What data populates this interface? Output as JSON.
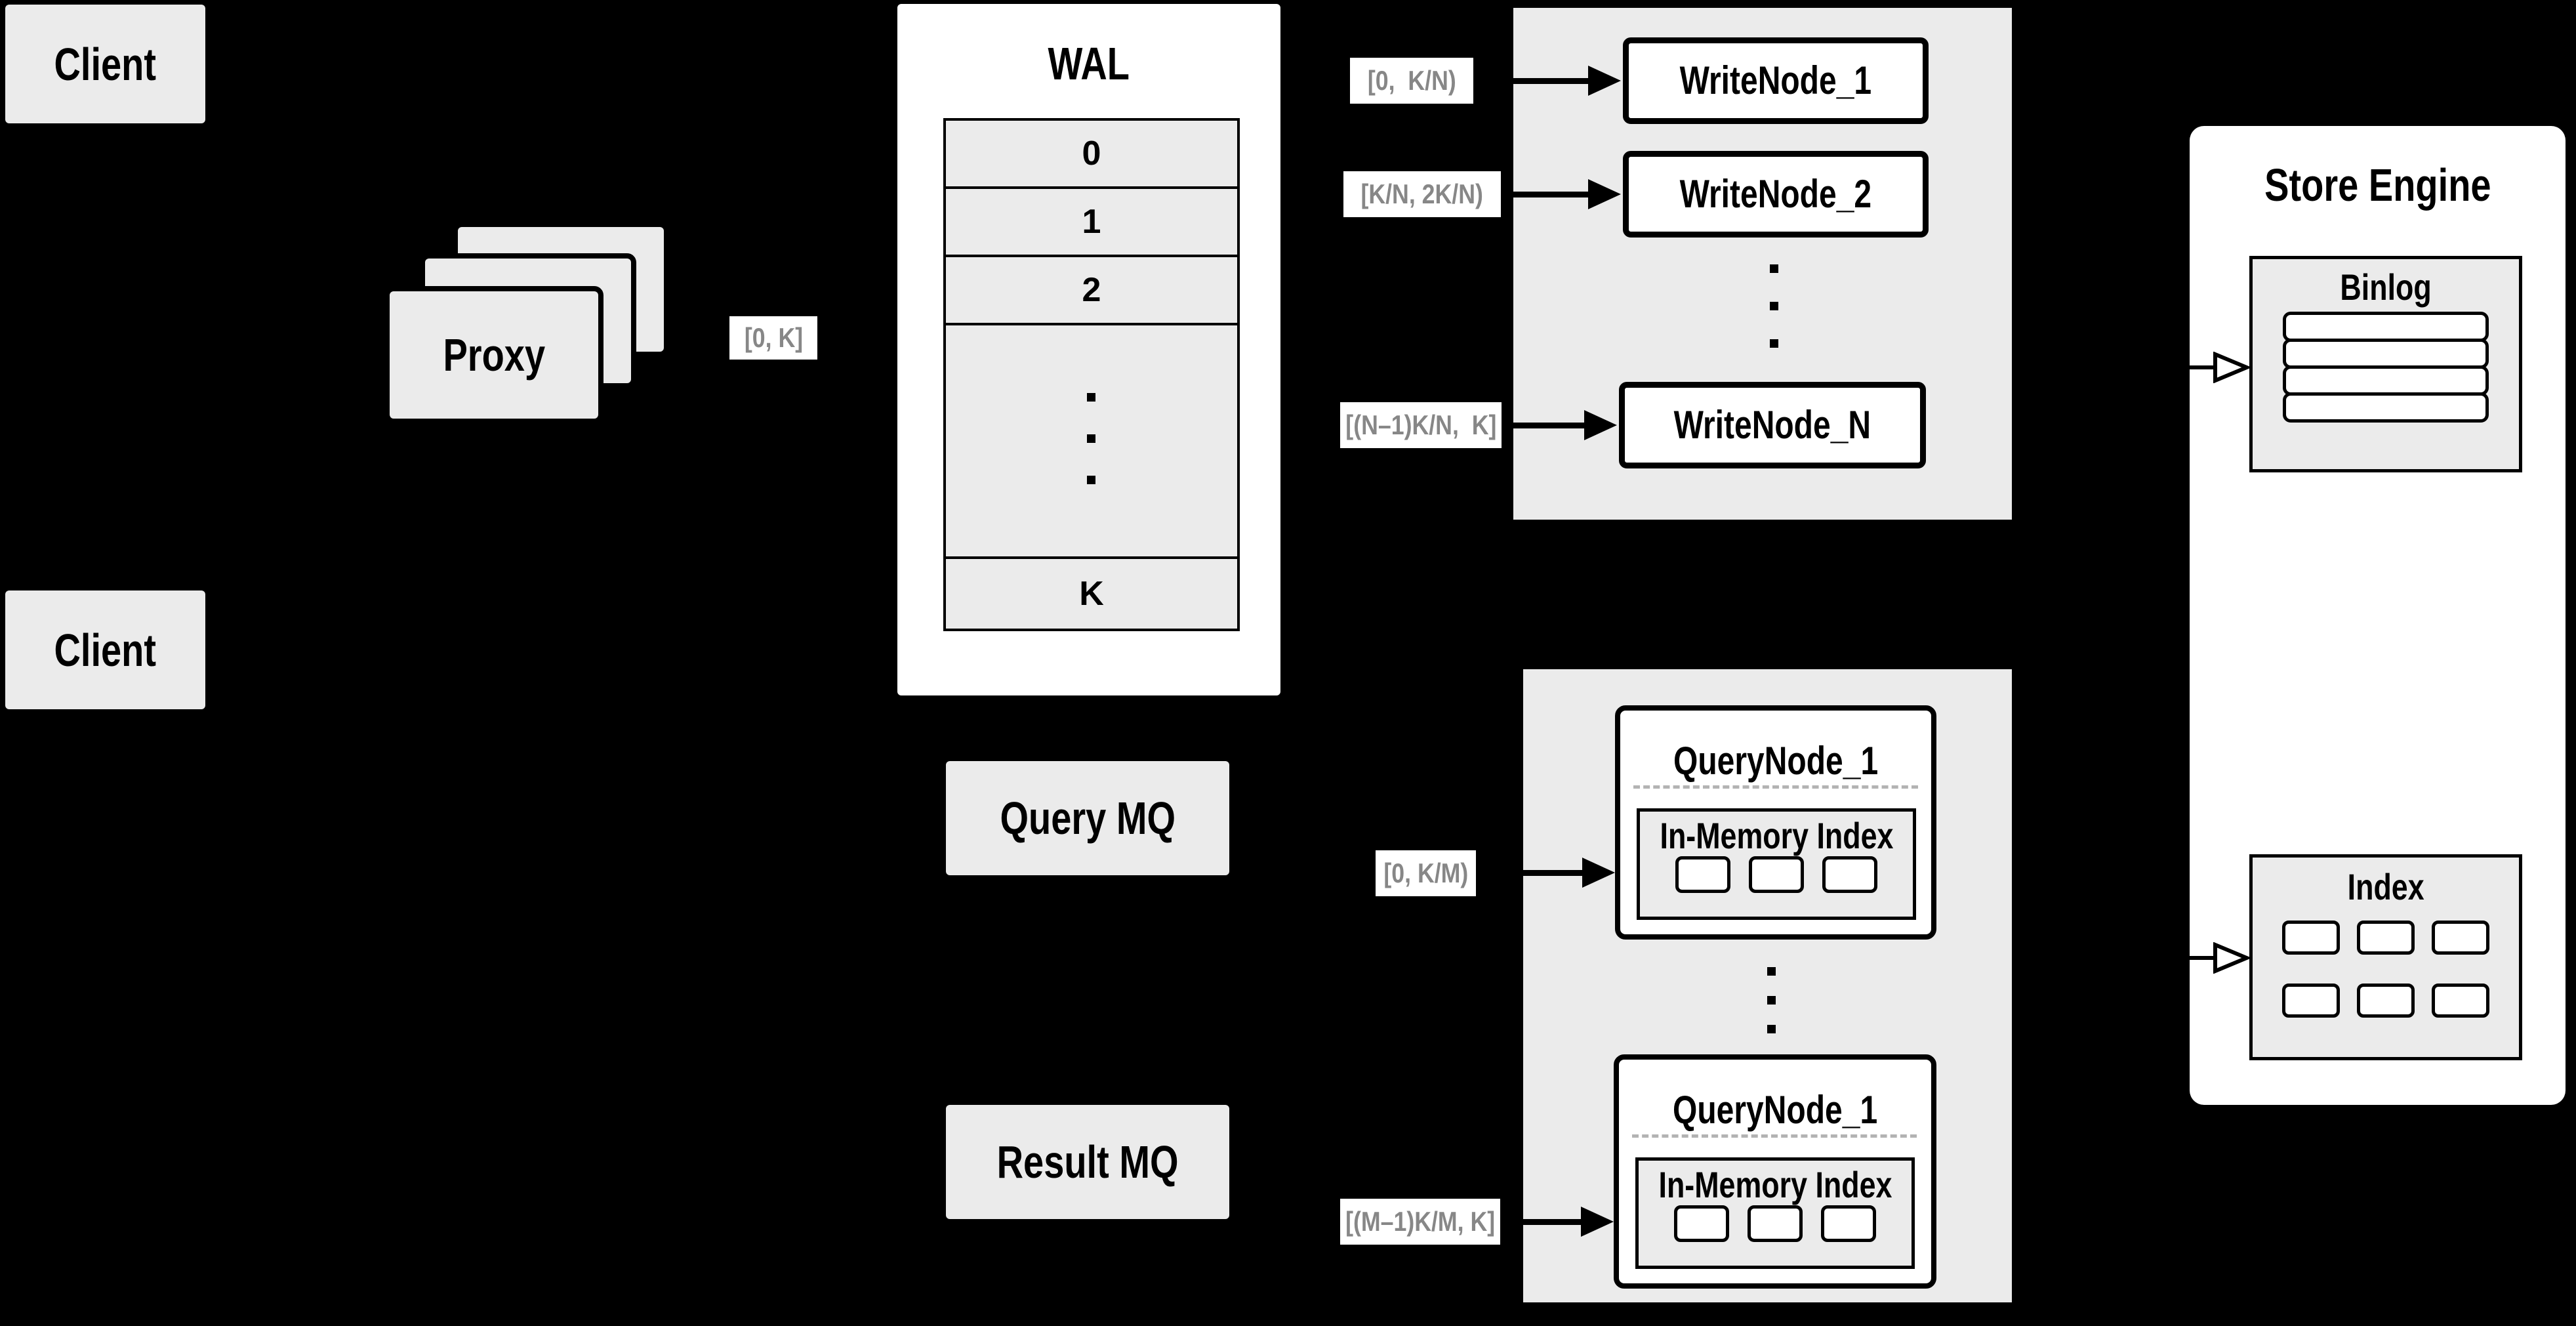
{
  "colors": {
    "background": "#000000",
    "panel_gray": "#ebebeb",
    "box_white": "#ffffff",
    "border_black": "#000000",
    "chip_text": "#878787",
    "dashed_divider": "#b3b3b3"
  },
  "clients": {
    "top": "Client",
    "bottom": "Client"
  },
  "proxy": {
    "label": "Proxy"
  },
  "wal": {
    "title": "WAL",
    "segments": [
      "0",
      "1",
      "2",
      "K"
    ]
  },
  "mq": {
    "query": "Query MQ",
    "result": "Result MQ"
  },
  "chips": {
    "proxy_out": "[0, K]",
    "write_1": "[0,  K/N)",
    "write_2": "[K/N, 2K/N)",
    "write_n": "[(N–1)K/N,  K]",
    "query_1": "[0, K/M)",
    "query_m": "[(M–1)K/M, K]"
  },
  "write_nodes": [
    "WriteNode_1",
    "WriteNode_2",
    "WriteNode_N"
  ],
  "query_nodes": {
    "top": {
      "title": "QueryNode_1",
      "inmem": "In-Memory Index"
    },
    "bottom": {
      "title": "QueryNode_1",
      "inmem": "In-Memory Index"
    }
  },
  "store": {
    "title": "Store Engine",
    "binlog": "Binlog",
    "index": "Index"
  }
}
